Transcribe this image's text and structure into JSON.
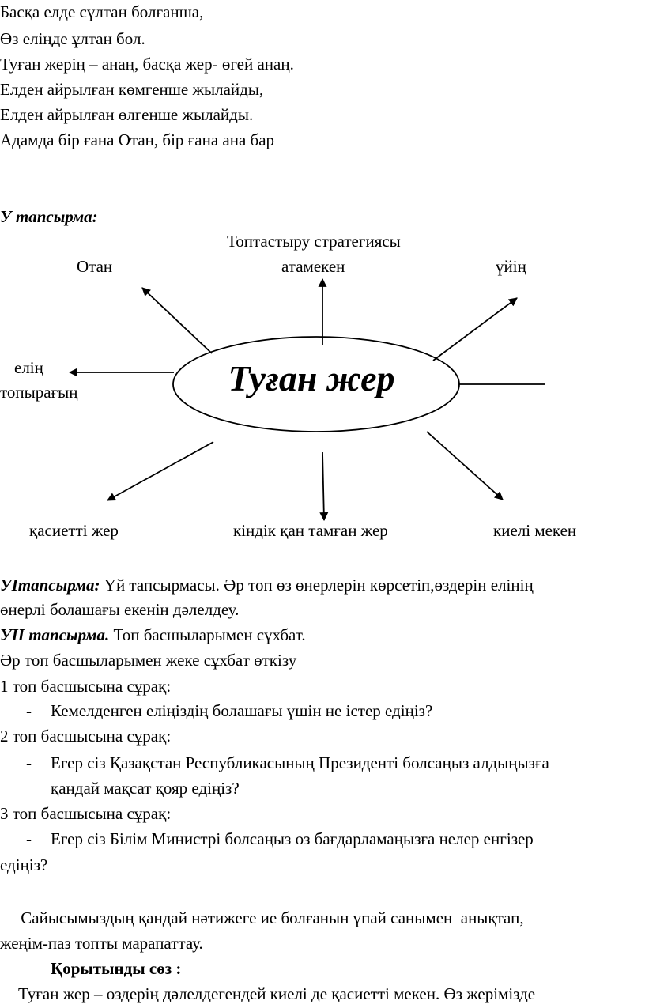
{
  "poem": [
    "Басқа елде сұлтан болғанша,",
    "Өз еліңде ұлтан бол.",
    "Туған жерің – анаң, басқа жер- өгей анаң.",
    "Елден айрылған көмгенше жылайды,",
    "Елден айрылған өлгенше жылайды.",
    "Адамда бір ғана Отан, бір ғана ана бар"
  ],
  "task5": {
    "label": "У тапсырма:"
  },
  "diagram": {
    "title": "Топтастыру   стратегиясы",
    "center": "Туған  жер",
    "labels": {
      "otan": "Отан",
      "atameken": "атамекен",
      "uiin": "үйің",
      "elin": "елің",
      "topyragyn": "топырағың",
      "kasietti": "қасиетті  жер",
      "kindik": "кіндік қан тамған жер",
      "kieli": "киелі  мекен"
    }
  },
  "task6": {
    "label": "УІтапсырма:",
    "text_line1": "  Үй тапсырмасы. Әр топ өз өнерлерін  көрсетіп,өздерін  елінің",
    "text_line2": "өнерлі болашағы екенін дәлелдеу."
  },
  "task7": {
    "label": "УІІ тапсырма.",
    "text": " Топ басшыларымен сұхбат.",
    "intro": "Әр топ басшыларымен жеке сұхбат өткізу",
    "q1_head": "1 топ басшысына сұрақ:",
    "q1": "Кемелденген еліңіздің болашағы үшін  не істер едіңіз?",
    "q2_head": "2 топ басшысына сұрақ:",
    "q2_line1": "Егер сіз Қазақстан Республикасының Президенті болсаңыз алдыңызға",
    "q2_line2": "қандай мақсат қояр едіңіз?",
    "q3_head": "3 топ басшысына сұрақ:",
    "q3_line1": "Егер сіз Білім  Министрі болсаңыз өз бағдарламаңызға  нелер енгізер",
    "q3_line2": "едіңіз?",
    "dash": "-"
  },
  "closing": {
    "line1": "     Сайысымыздың қандай нәтижеге ие болғанын ұпай санымен  анықтап,",
    "line2": "жеңім-паз топты марапаттау.",
    "heading": "Қорытынды сөз :",
    "final": "Туған жер – өздерің дәлелдегендей киелі де қасиетті мекен. Өз жерімізде"
  }
}
